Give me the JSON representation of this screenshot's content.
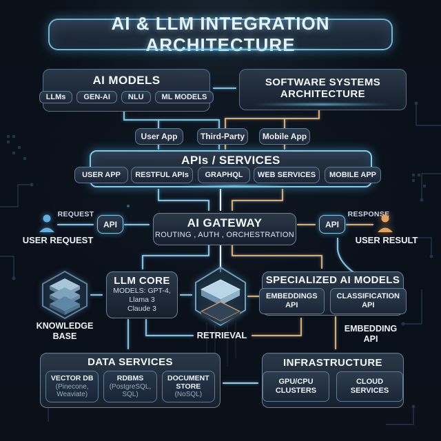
{
  "title": "AI & LLM INTEGRATION ARCHITECTURE",
  "ai_models": {
    "title": "AI MODELS",
    "pills": [
      "LLMs",
      "GEN-AI",
      "NLU",
      "ML MODELS"
    ]
  },
  "software_systems": {
    "line1": "SOFTWARE SYSTEMS",
    "line2": "ARCHITECTURE"
  },
  "app_pills": [
    "User App",
    "Third-Party",
    "Mobile App"
  ],
  "apis_services": {
    "title": "APIs / SERVICES",
    "pills": [
      "USER APP",
      "RESTFUL APIs",
      "GRAPHQL",
      "WEB SERVICES",
      "MOBILE APP"
    ]
  },
  "request_flow": {
    "arrow_label": "REQUEST",
    "api": "API",
    "actor": "USER REQUEST"
  },
  "gateway": {
    "title": "AI GATEWAY",
    "subtitle": "ROUTING , AUTH , ORCHESTRATION"
  },
  "response_flow": {
    "arrow_label": "RESPONSE",
    "api": "API",
    "actor": "USER RESULT"
  },
  "knowledge_base": {
    "line1": "KNOWLEDGE",
    "line2": "BASE"
  },
  "llm_core": {
    "title": "LLM CORE",
    "line1": "MODELS: GPT-4,",
    "line2": "Llama 3",
    "line3": "Claude 3"
  },
  "specialized": {
    "title": "SPECIALIZED AI MODELS",
    "pills": [
      {
        "line1": "EMBEDDINGS",
        "line2": "API"
      },
      {
        "line1": "CLASSIFICATION",
        "line2": "API"
      }
    ]
  },
  "labels": {
    "retrieval": "RETRIEVAL",
    "embedding_line1": "EMBEDDING",
    "embedding_line2": "API"
  },
  "data_services": {
    "title": "DATA SERVICES",
    "items": [
      {
        "name": "VECTOR DB",
        "detail": "(Pinecone, Weaviate)"
      },
      {
        "name": "RDBMS",
        "detail": "(PostgreSQL, SQL)"
      },
      {
        "name": "DOCUMENT STORE",
        "detail": "(NoSQL)"
      }
    ]
  },
  "infrastructure": {
    "title": "INFRASTRUCTURE",
    "pills": [
      {
        "line1": "GPU/CPU",
        "line2": "CLUSTERS"
      },
      {
        "line1": "CLOUD",
        "line2": "SERVICES"
      }
    ]
  },
  "icons": {
    "user_request": "person-icon",
    "user_result": "person-icon",
    "knowledge_base": "database-stack-icon",
    "core_processor": "layered-cube-icon"
  },
  "colors": {
    "flow_blue": "#7fc3e4",
    "flow_orange": "#e2a868",
    "flow_white": "#e8f3fa",
    "accent_cyan": "#7fd0ee",
    "box_border": "#5a7890"
  }
}
